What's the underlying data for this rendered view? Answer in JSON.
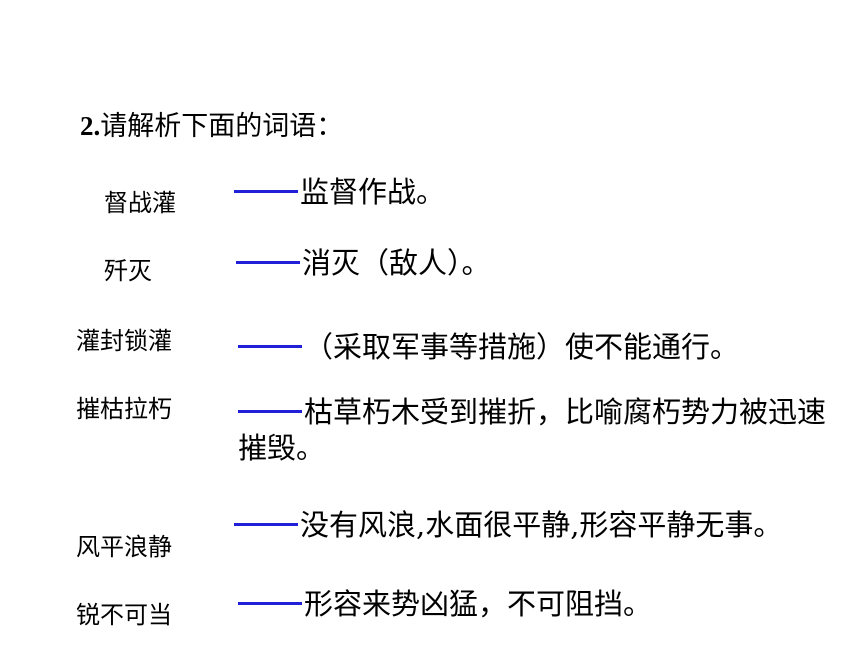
{
  "heading": {
    "number": "2.",
    "text": "请解析下面的词语："
  },
  "colors": {
    "dash": "#1f20d8",
    "text": "#000000",
    "background": "#ffffff"
  },
  "entries": [
    {
      "term": "督战灌",
      "definition": "——监督作战。"
    },
    {
      "term": "歼灭",
      "definition": "——消灭（敌人）。"
    },
    {
      "term": "灌封锁灌",
      "definition": "——（采取军事等措施）使不能通行。"
    },
    {
      "term": "摧枯拉朽",
      "definition": "——枯草朽木受到摧折，比喻腐朽势力被迅速摧毁。"
    },
    {
      "term": "风平浪静",
      "definition": "——没有风浪,水面很平静,形容平静无事。"
    },
    {
      "term": "锐不可当",
      "definition": "——形容来势凶猛，不可阻挡。"
    }
  ],
  "definitions_text": [
    "监督作战。",
    "消灭（敌人）。",
    "（采取军事等措施）使不能通行。",
    "枯草朽木受到摧折，比喻腐朽势力被迅速摧毁。",
    "没有风浪,水面很平静,形容平静无事。",
    "形容来势凶猛，不可阻挡。"
  ]
}
